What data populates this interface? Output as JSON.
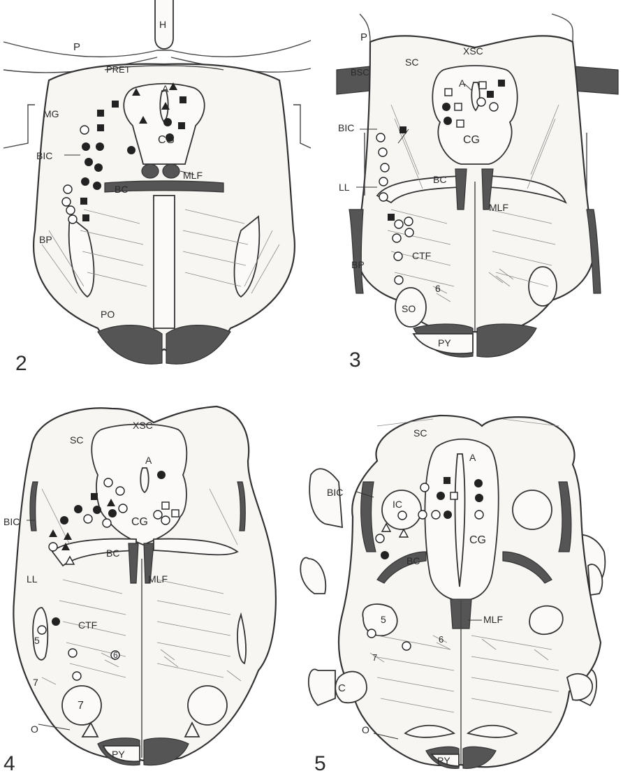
{
  "figure_numbers": [
    "2",
    "3",
    "4",
    "5"
  ],
  "panel2": {
    "number": "2",
    "labels": {
      "H": "H",
      "P": "P",
      "PRET": "PRET",
      "MG": "MG",
      "A": "A",
      "BIC": "BIC",
      "CG": "CG",
      "MLF": "MLF",
      "BC": "BC",
      "BP": "BP",
      "PO": "PO"
    }
  },
  "panel3": {
    "number": "3",
    "labels": {
      "P": "P",
      "BSC": "BSC",
      "SC": "SC",
      "XSC": "XSC",
      "A": "A",
      "BIC": "BIC",
      "CG": "CG",
      "LL": "LL",
      "BC": "BC",
      "MLF": "MLF",
      "BP": "BP",
      "CTF": "CTF",
      "SO": "SO",
      "N6": "6",
      "PY": "PY"
    }
  },
  "panel4": {
    "number": "4",
    "labels": {
      "SC": "SC",
      "XSC": "XSC",
      "A": "A",
      "BIC": "BIC",
      "CG": "CG",
      "BC": "BC",
      "MLF": "MLF",
      "LL": "LL",
      "CTF": "CTF",
      "N5": "5",
      "N6": "6",
      "N7a": "7",
      "N7b": "7",
      "O": "O",
      "PY": "PY"
    }
  },
  "panel5": {
    "number": "5",
    "labels": {
      "SC": "SC",
      "A": "A",
      "BIC": "BIC",
      "IC": "IC",
      "CG": "CG",
      "BC": "BC",
      "N5": "5",
      "MLF": "MLF",
      "N6": "6",
      "N7": "7",
      "C": "C",
      "O": "O",
      "PY": "PY"
    }
  },
  "marker_types": [
    "open-circle",
    "filled-circle",
    "filled-square",
    "open-square",
    "filled-triangle",
    "open-triangle"
  ]
}
